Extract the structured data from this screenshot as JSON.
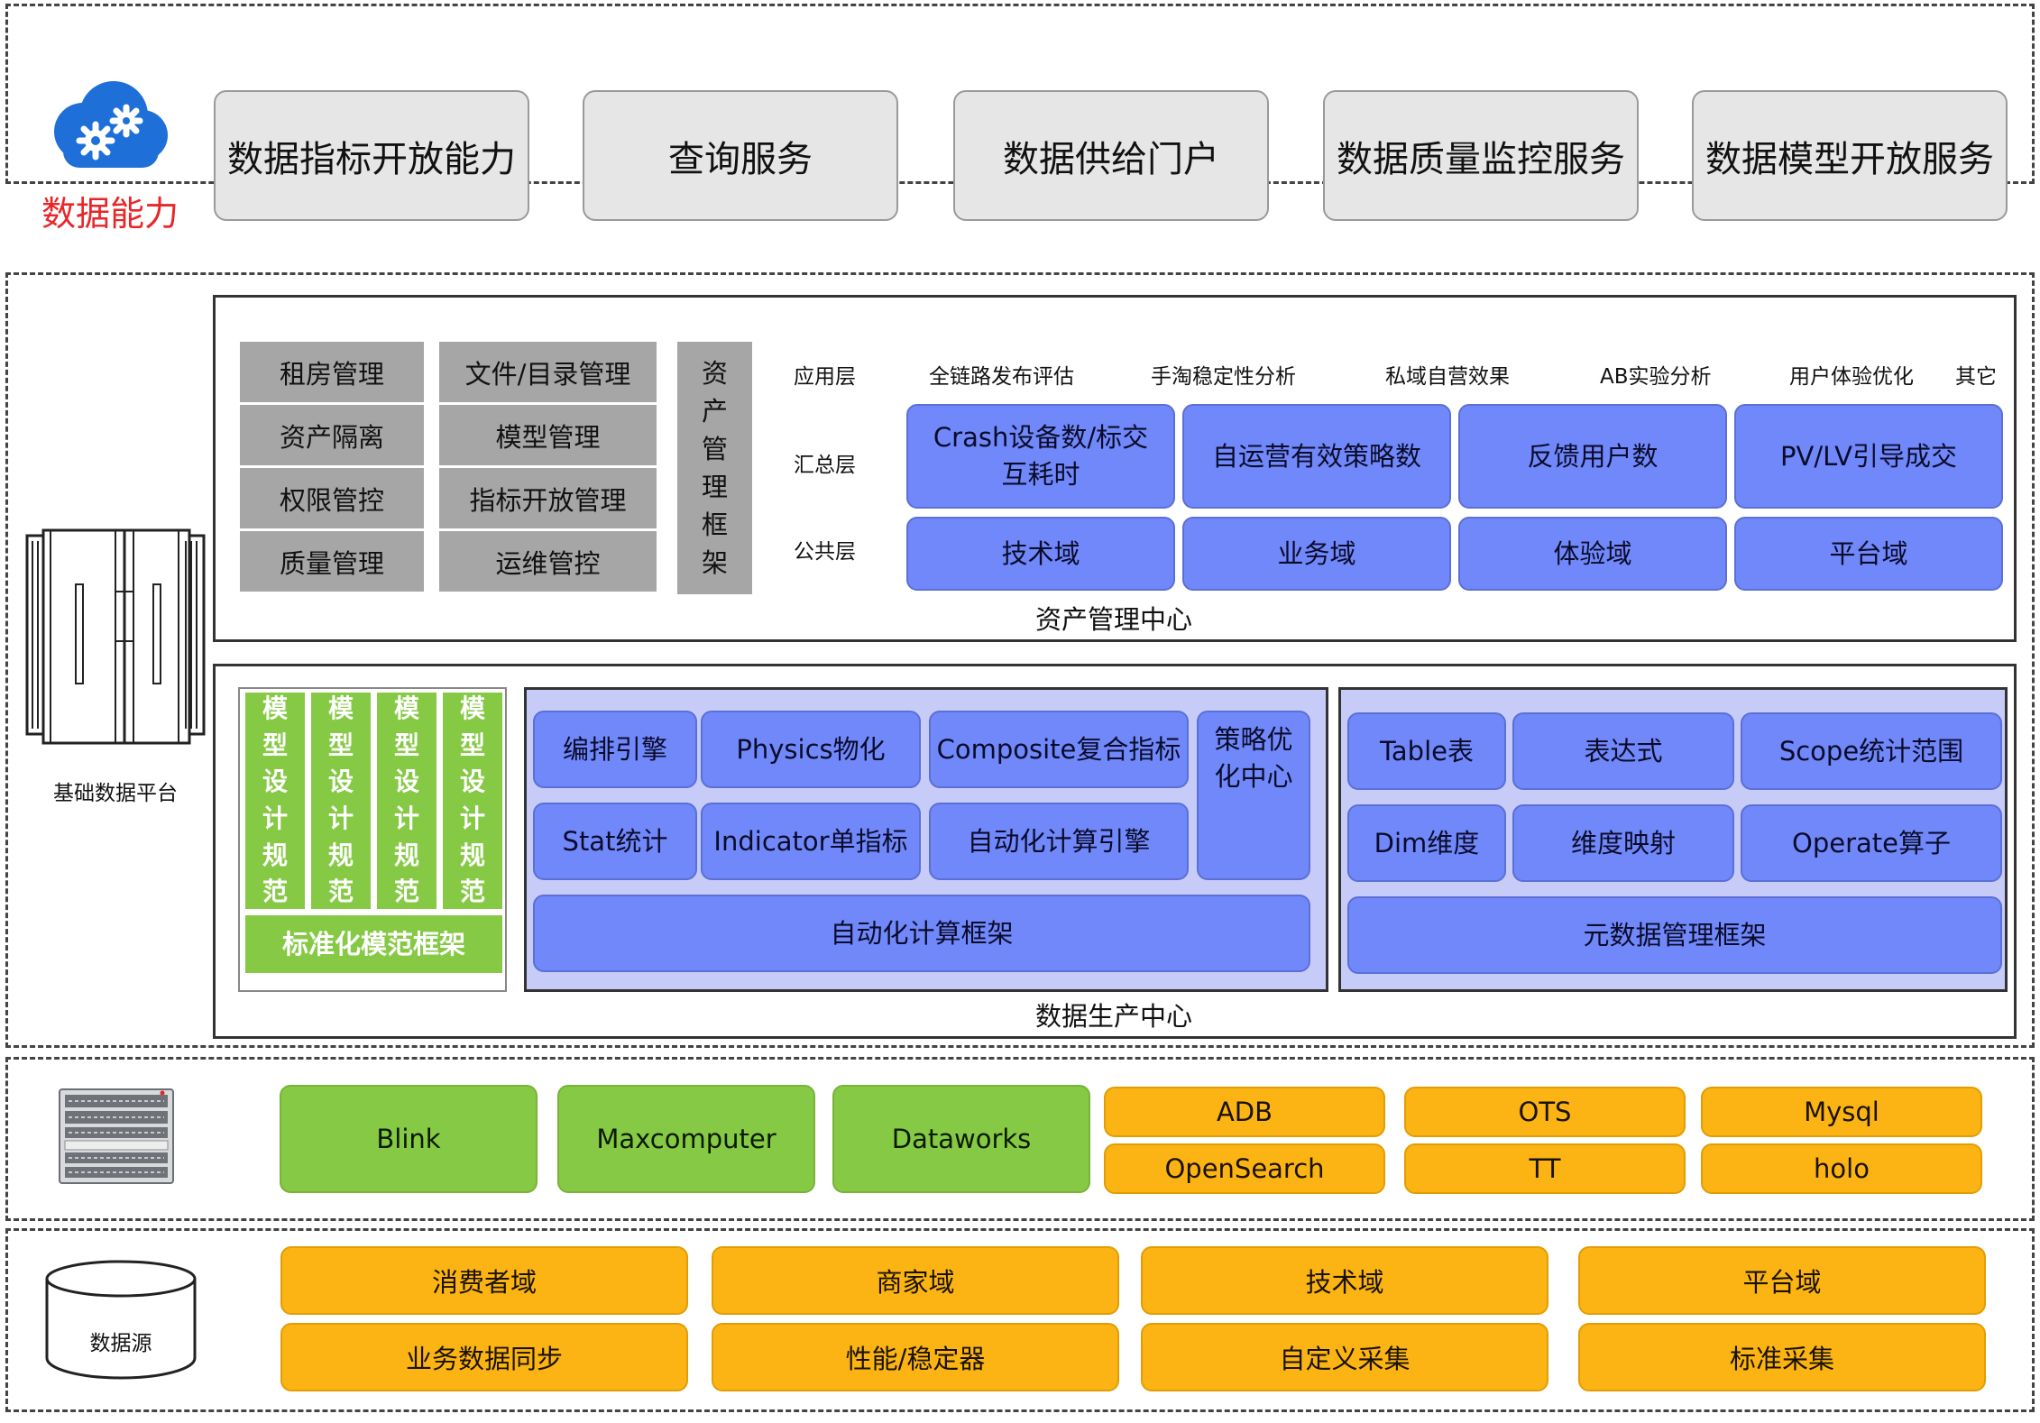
{
  "capability": {
    "label": "数据能力",
    "buttons": [
      "数据指标开放能力",
      "查询服务",
      "数据供给门户",
      "数据质量监控服务",
      "数据模型开放服务"
    ]
  },
  "platform": {
    "label": "基础数据平台",
    "asset_center": {
      "title": "资产管理中心",
      "mgmt_col1": [
        "租房管理",
        "资产隔离",
        "权限管控",
        "质量管理"
      ],
      "mgmt_col2": [
        "文件/目录管理",
        "模型管理",
        "指标开放管理",
        "运维管控"
      ],
      "framework_chars": [
        "资",
        "产",
        "管",
        "理",
        "框",
        "架"
      ],
      "layers": {
        "app": "应用层",
        "summary": "汇总层",
        "public": "公共层"
      },
      "apps": [
        "全链路发布评估",
        "手淘稳定性分析",
        "私域自营效果",
        "AB实验分析",
        "用户体验优化",
        "其它"
      ],
      "summary_boxes": [
        "Crash设备数/标交互耗时",
        "自运营有效策略数",
        "反馈用户数",
        "PV/LV引导成交"
      ],
      "domain_boxes": [
        "技术域",
        "业务域",
        "体验域",
        "平台域"
      ]
    },
    "production_center": {
      "title": "数据生产中心",
      "spec_chars": [
        "模",
        "型",
        "设",
        "计",
        "规",
        "范"
      ],
      "spec_framework": "标准化模范框架",
      "compute": {
        "row1": [
          "编排引擎",
          "Physics物化",
          "Composite复合指标"
        ],
        "row2": [
          "Stat统计",
          "Indicator单指标",
          "自动化计算引擎"
        ],
        "strategy": "策略优化中心",
        "framework": "自动化计算框架"
      },
      "meta": {
        "row1": [
          "Table表",
          "表达式",
          "Scope统计范围"
        ],
        "row2": [
          "Dim维度",
          "维度映射",
          "Operate算子"
        ],
        "framework": "元数据管理框架"
      }
    }
  },
  "engines": {
    "green": [
      "Blink",
      "Maxcomputer",
      "Dataworks"
    ],
    "orange_top": [
      "ADB",
      "OTS",
      "Mysql"
    ],
    "orange_bottom": [
      "OpenSearch",
      "TT",
      "holo"
    ]
  },
  "sources": {
    "label": "数据源",
    "row1": [
      "消费者域",
      "商家域",
      "技术域",
      "平台域"
    ],
    "row2": [
      "业务数据同步",
      "性能/稳定器",
      "自定义采集",
      "标准采集"
    ]
  },
  "colors": {
    "accent_red": "#e8262a",
    "cloud_blue": "#1f6fd8",
    "box_blue": "#7088f9",
    "green": "#85c944",
    "orange": "#fbb414"
  }
}
